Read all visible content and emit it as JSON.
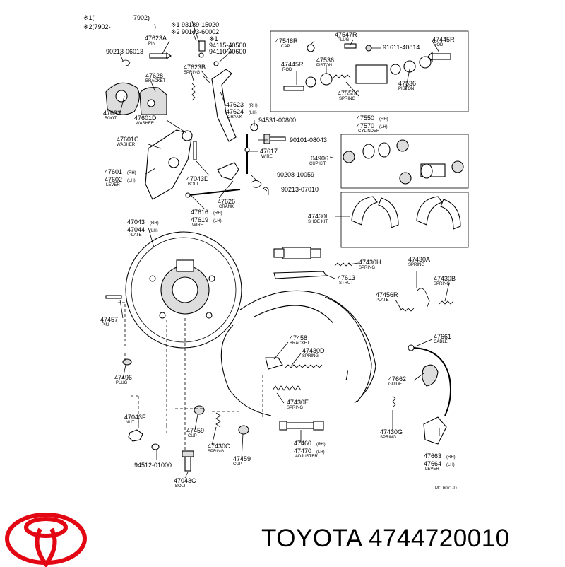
{
  "notes": {
    "note1_marker": "※1(",
    "note1_value": "-7902)",
    "note2_marker": "※2(7902-",
    "note2_value": ")"
  },
  "labels": [
    {
      "pn": "※1 93189-15020",
      "sub": ""
    },
    {
      "pn": "※2 90143-60002",
      "sub": ""
    },
    {
      "pn": "47623A",
      "sub": "PIN"
    },
    {
      "pn": "※1",
      "sub": ""
    },
    {
      "pn": "94115-40500",
      "sub": ""
    },
    {
      "pn": "94110-40600",
      "sub": ""
    },
    {
      "pn": "90213-06013",
      "sub": ""
    },
    {
      "pn": "47623B",
      "sub": "SPRING"
    },
    {
      "pn": "47628",
      "sub": "BRACKET"
    },
    {
      "pn": "47633",
      "sub": "BOOT"
    },
    {
      "pn": "47601D",
      "sub": "WASHER"
    },
    {
      "pn": "47623",
      "sub": "(RH)"
    },
    {
      "pn": "47624",
      "sub": "(LH)"
    },
    {
      "pn": "",
      "sub": "CRANK"
    },
    {
      "pn": "94531-00800",
      "sub": ""
    },
    {
      "pn": "47601C",
      "sub": "WASHER"
    },
    {
      "pn": "90101-08043",
      "sub": ""
    },
    {
      "pn": "47617",
      "sub": "WIRE"
    },
    {
      "pn": "47601",
      "sub": "(RH)"
    },
    {
      "pn": "47602",
      "sub": "(LH)"
    },
    {
      "pn": "",
      "sub": "LEVER"
    },
    {
      "pn": "47043D",
      "sub": "BOLT"
    },
    {
      "pn": "90208-10059",
      "sub": ""
    },
    {
      "pn": "90213-07010",
      "sub": ""
    },
    {
      "pn": "47626",
      "sub": "CRANK"
    },
    {
      "pn": "47616",
      "sub": "(RH)"
    },
    {
      "pn": "47619",
      "sub": "(LH)"
    },
    {
      "pn": "",
      "sub": "WIRE"
    },
    {
      "pn": "47043",
      "sub": "(RH)"
    },
    {
      "pn": "47044",
      "sub": "(LH)"
    },
    {
      "pn": "",
      "sub": "PLATE"
    },
    {
      "pn": "47548R",
      "sub": "CAP"
    },
    {
      "pn": "47547R",
      "sub": "PLUG"
    },
    {
      "pn": "47445R",
      "sub": "ROD"
    },
    {
      "pn": "91611-40814",
      "sub": ""
    },
    {
      "pn": "47445R",
      "sub": "ROD"
    },
    {
      "pn": "47536",
      "sub": "PISTON"
    },
    {
      "pn": "47550C",
      "sub": "SPRING"
    },
    {
      "pn": "47536",
      "sub": "PISTON"
    },
    {
      "pn": "47550",
      "sub": "(RH)"
    },
    {
      "pn": "47570",
      "sub": "(LH)"
    },
    {
      "pn": "",
      "sub": "CYLINDER"
    },
    {
      "pn": "04906",
      "sub": "CUP KIT"
    },
    {
      "pn": "47430L",
      "sub": "SHOE KIT"
    },
    {
      "pn": "47430H",
      "sub": "SPRING"
    },
    {
      "pn": "47430A",
      "sub": "SPRING"
    },
    {
      "pn": "47613",
      "sub": "STRUT"
    },
    {
      "pn": "47430B",
      "sub": "SPRING"
    },
    {
      "pn": "47456R",
      "sub": "PLATE"
    },
    {
      "pn": "47457",
      "sub": "PIN"
    },
    {
      "pn": "47458",
      "sub": "BRACKET"
    },
    {
      "pn": "47430D",
      "sub": "SPRING"
    },
    {
      "pn": "47661",
      "sub": "CABLE"
    },
    {
      "pn": "47496",
      "sub": "PLUG"
    },
    {
      "pn": "47662",
      "sub": "GUIDE"
    },
    {
      "pn": "47430E",
      "sub": "SPRING"
    },
    {
      "pn": "47043F",
      "sub": "NUT"
    },
    {
      "pn": "47459",
      "sub": "CUP"
    },
    {
      "pn": "47430C",
      "sub": "SPRING"
    },
    {
      "pn": "47459",
      "sub": "CUP"
    },
    {
      "pn": "47430G",
      "sub": "SPRING"
    },
    {
      "pn": "47460",
      "sub": "(RH)"
    },
    {
      "pn": "47470",
      "sub": "(LH)"
    },
    {
      "pn": "",
      "sub": "ADJUSTER"
    },
    {
      "pn": "94512-01000",
      "sub": ""
    },
    {
      "pn": "47663",
      "sub": "(RH)"
    },
    {
      "pn": "47664",
      "sub": "(LH)"
    },
    {
      "pn": "",
      "sub": "LEVER"
    },
    {
      "pn": "47043C",
      "sub": "BOLT"
    }
  ],
  "footer_code": "MC 6071-D",
  "brand": {
    "name": "TOYOTA",
    "part_number": "4744720010",
    "logo_color": "#e30613"
  }
}
